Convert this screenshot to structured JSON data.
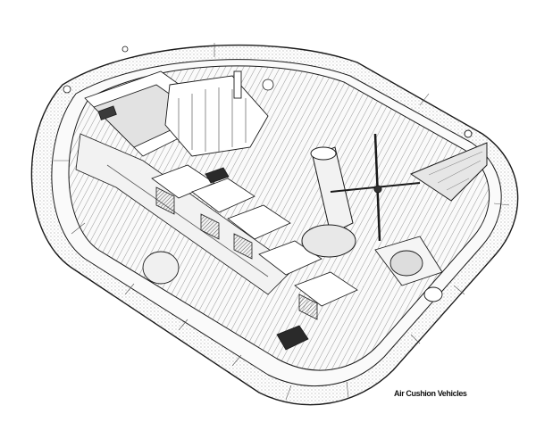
{
  "illustration": {
    "subject": "Hovercraft cutaway technical drawing",
    "style": "black-and-white line art with hatching",
    "caption": "Air Cushion Vehicles",
    "colors": {
      "background": "#ffffff",
      "line": "#1a1a1a",
      "shade": "#9a9a9a",
      "dark": "#3a3a3a"
    },
    "components": [
      "inflatable skirt",
      "deck",
      "passenger cabin",
      "control cabin",
      "propeller pylon",
      "propeller",
      "tail fin",
      "engine",
      "lift fan",
      "side compartments"
    ]
  }
}
